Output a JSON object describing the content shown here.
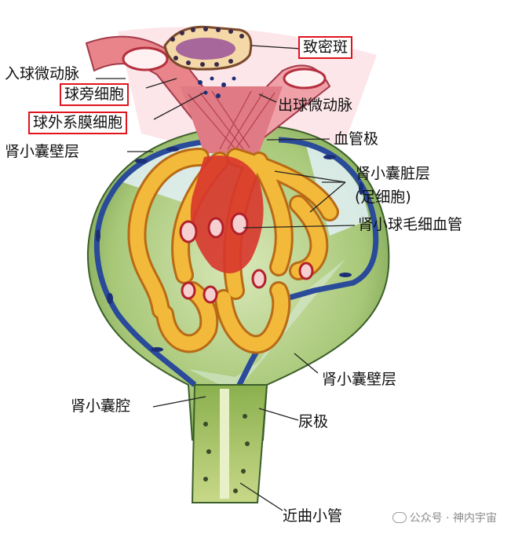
{
  "labels": {
    "macula_densa": "致密斑",
    "afferent_arteriole": "入球微动脉",
    "juxtaglomerular_cells": "球旁细胞",
    "extraglomerular_mesangial_cells": "球外系膜细胞",
    "efferent_arteriole": "出球微动脉",
    "vascular_pole": "血管极",
    "parietal_layer_top": "肾小囊壁层",
    "visceral_layer": "肾小囊脏层",
    "podocyte": "(足细胞)",
    "glomerular_capillary": "肾小球毛细血管",
    "parietal_layer_bottom": "肾小囊壁层",
    "capsular_space": "肾小囊腔",
    "urinary_pole": "尿极",
    "proximal_tubule": "近曲小管"
  },
  "watermark": "公众号 · 神内宇宙",
  "colors": {
    "highlight_box": "#e0141c",
    "capsule_wall": "#2a4a9a",
    "capsule_space": "#7aa85a",
    "podocyte_fill": "#f3b93a",
    "capillary_red": "#d8362c",
    "arteriole_pink": "#e8848a",
    "tubule_green": "#b8cc68"
  }
}
